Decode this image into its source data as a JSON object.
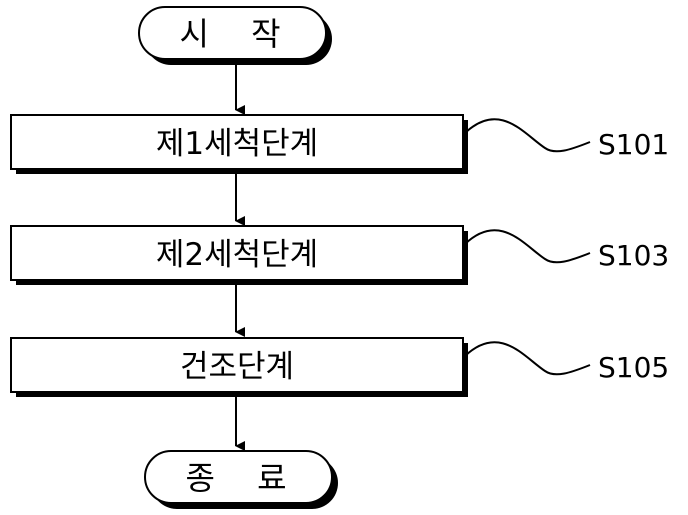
{
  "flowchart": {
    "start": {
      "label": "시 작"
    },
    "steps": [
      {
        "label": "제1세척단계",
        "ref": "S101"
      },
      {
        "label": "제2세척단계",
        "ref": "S103"
      },
      {
        "label": "건조단계",
        "ref": "S105"
      }
    ],
    "end": {
      "label": "종 료"
    }
  },
  "colors": {
    "line": "#000000",
    "shadow": "#000000",
    "fill": "#ffffff"
  }
}
